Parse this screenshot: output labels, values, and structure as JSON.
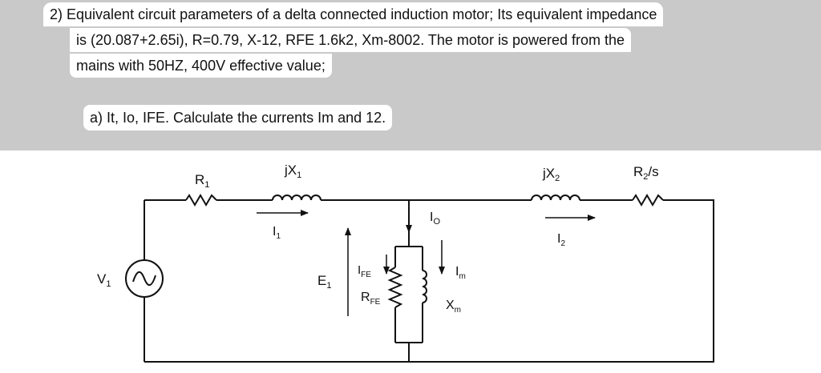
{
  "problem": {
    "line1": "2) Equivalent circuit parameters of a delta connected induction motor; Its equivalent impedance",
    "line2": "is (20.087+2.65i), R=0.79, X-12, RFE 1.6k2, Xm-8002. The motor is powered from the",
    "line3": "mains with 50HZ, 400V effective value;",
    "question_a": "a) It, Io, IFE. Calculate the currents Im and 12."
  },
  "circuit": {
    "r1": {
      "main": "R",
      "sub": "1"
    },
    "jx1": {
      "main": "jX",
      "sub": "1"
    },
    "jx2": {
      "main": "jX",
      "sub": "2"
    },
    "r2s": {
      "pre": "R",
      "sub": "2",
      "post": "/s"
    },
    "v1": {
      "main": "V",
      "sub": "1"
    },
    "i1": {
      "main": "I",
      "sub": "1"
    },
    "i2": {
      "main": "I",
      "sub": "2"
    },
    "io": {
      "main": "I",
      "sub": "O"
    },
    "e1": {
      "main": "E",
      "sub": "1"
    },
    "ife": {
      "main": "I",
      "sub": "FE"
    },
    "im": {
      "main": "I",
      "sub": "m"
    },
    "rfe": {
      "main": "R",
      "sub": "FE"
    },
    "xm": {
      "main": "X",
      "sub": "m"
    }
  }
}
